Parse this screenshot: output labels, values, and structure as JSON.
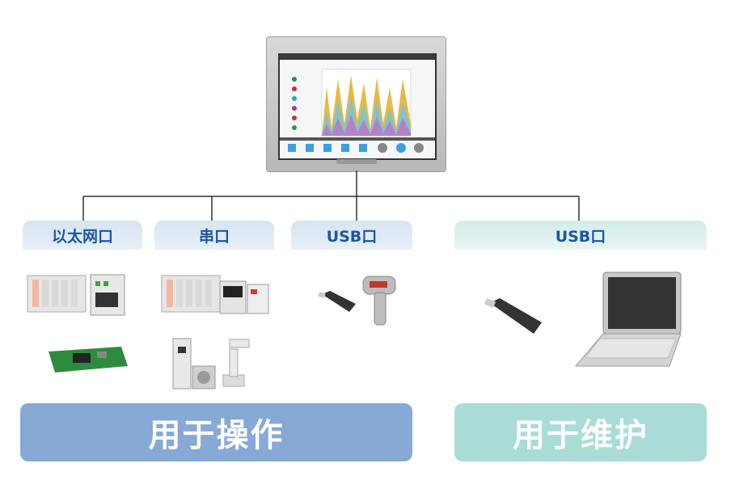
{
  "tabs": [
    {
      "label": "以太网口"
    },
    {
      "label": "串口"
    },
    {
      "label": "USB口"
    },
    {
      "label": "USB口"
    }
  ],
  "banners": {
    "operation": "用于操作",
    "maintenance": "用于维护"
  },
  "colors": {
    "line": "#333333",
    "blue_banner": "#86a9d6",
    "teal_banner": "#a9dcd6",
    "tab_text": "#1a56a8"
  }
}
